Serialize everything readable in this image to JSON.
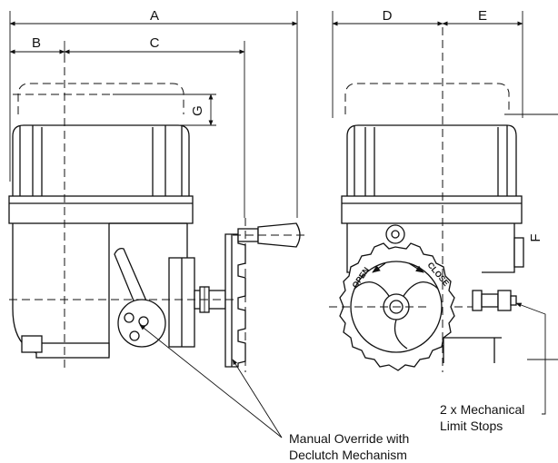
{
  "dimensions": {
    "a": "A",
    "b": "B",
    "c": "C",
    "d": "D",
    "e": "E",
    "f": "F",
    "g": "G"
  },
  "annotations": {
    "manual_override_line1": "Manual Override with",
    "manual_override_line2": "Declutch Mechanism",
    "limit_stops_line1": "2 x Mechanical",
    "limit_stops_line2": "Limit Stops"
  },
  "handwheel_markings": {
    "open": "OPEN",
    "close": "CLOSE"
  }
}
